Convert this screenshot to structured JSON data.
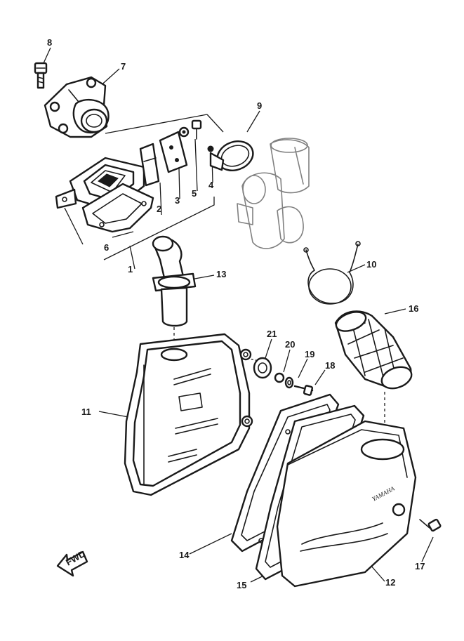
{
  "diagram": {
    "callouts": [
      {
        "id": "1",
        "text": "1"
      },
      {
        "id": "2",
        "text": "2"
      },
      {
        "id": "3",
        "text": "3"
      },
      {
        "id": "4",
        "text": "4"
      },
      {
        "id": "5",
        "text": "5"
      },
      {
        "id": "6",
        "text": "6"
      },
      {
        "id": "7",
        "text": "7"
      },
      {
        "id": "8",
        "text": "8"
      },
      {
        "id": "9",
        "text": "9"
      },
      {
        "id": "10",
        "text": "10"
      },
      {
        "id": "11",
        "text": "11"
      },
      {
        "id": "12",
        "text": "12"
      },
      {
        "id": "13",
        "text": "13"
      },
      {
        "id": "14",
        "text": "14"
      },
      {
        "id": "15",
        "text": "15"
      },
      {
        "id": "16",
        "text": "16"
      },
      {
        "id": "17",
        "text": "17"
      },
      {
        "id": "18",
        "text": "18"
      },
      {
        "id": "19",
        "text": "19"
      },
      {
        "id": "20",
        "text": "20"
      },
      {
        "id": "21",
        "text": "21"
      }
    ],
    "front_arrow_text": "FWD",
    "case_brand_text": "YAMAHA"
  },
  "colors": {
    "line": "#1a1a1a",
    "background": "#ffffff"
  }
}
